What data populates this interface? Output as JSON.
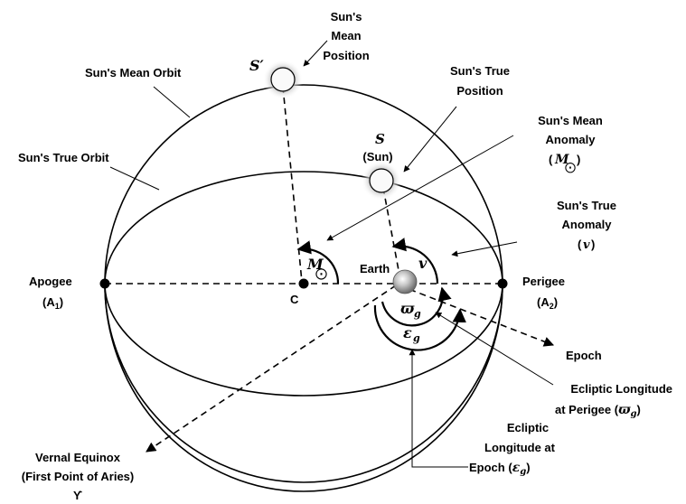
{
  "labels": {
    "mean_position": [
      "Sun's",
      "Mean",
      "Position"
    ],
    "mean_orbit": "Sun's Mean Orbit",
    "true_position": [
      "Sun's True",
      "Position"
    ],
    "true_orbit": "Sun's True Orbit",
    "mean_anomaly": [
      "Sun's Mean",
      "Anomaly"
    ],
    "true_anomaly": [
      "Sun's True",
      "Anomaly"
    ],
    "apogee": "Apogee",
    "apogee_sub": "(A",
    "apogee_idx": "1",
    "perigee": "Perigee",
    "perigee_sub": "(A",
    "perigee_idx": "2",
    "center": "C",
    "earth": "Earth",
    "sun": "(Sun)",
    "epoch": "Epoch",
    "ecl_perigee": [
      "Ecliptic Longitude",
      "at Perigee"
    ],
    "ecl_epoch": [
      "Ecliptic",
      "Longitude at",
      "Epoch"
    ],
    "vernal": [
      "Vernal Equinox",
      "(First Point of Aries)"
    ],
    "aries_symbol": "ϒ"
  },
  "symbols": {
    "s_prime": "S′",
    "s": "S",
    "m": "M",
    "nu": "v",
    "varpi": "ϖ",
    "eps": "ε",
    "g": "g"
  },
  "colors": {
    "sun_glow": "#d9d9d9",
    "earth_body": "#9a9a9a"
  }
}
